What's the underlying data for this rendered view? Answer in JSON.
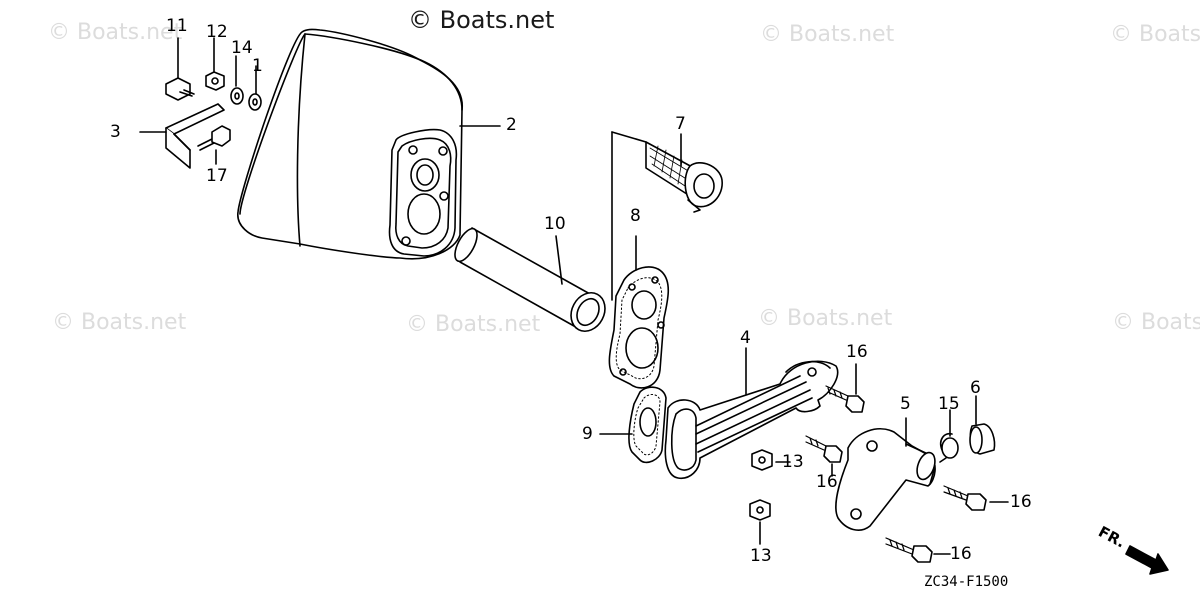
{
  "watermarks": {
    "main": "© Boats.net",
    "faint": "© Boats.net"
  },
  "callouts": {
    "c1": "1",
    "c2": "2",
    "c3": "3",
    "c4": "4",
    "c5": "5",
    "c6": "6",
    "c7": "7",
    "c8": "8",
    "c9": "9",
    "c10": "10",
    "c11": "11",
    "c12": "12",
    "c13a": "13",
    "c13b": "13",
    "c14": "14",
    "c15": "15",
    "c16a": "16",
    "c16b": "16",
    "c16c": "16",
    "c16d": "16",
    "c17": "17"
  },
  "diagram_code": "ZC34-F1500",
  "direction_label": "FR.",
  "colors": {
    "line": "#000000",
    "watermark": "#dcdcdc",
    "fill": "#ffffff"
  }
}
